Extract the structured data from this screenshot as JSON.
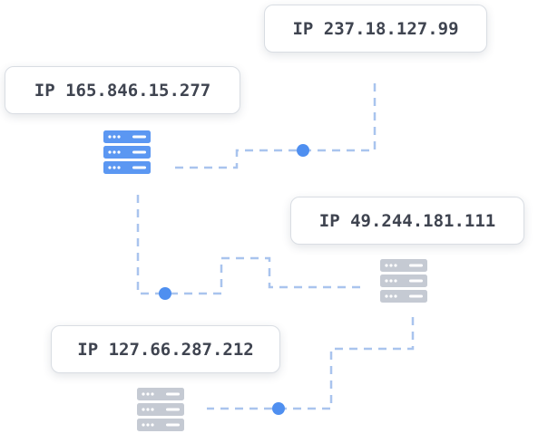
{
  "nodes": [
    {
      "id": "node-a",
      "label": "IP 165.846.15.277",
      "active": true
    },
    {
      "id": "node-b",
      "label": "IP 237.18.127.99",
      "active": false
    },
    {
      "id": "node-c",
      "label": "IP 49.244.181.111",
      "active": false
    },
    {
      "id": "node-d",
      "label": "IP 127.66.287.212",
      "active": false
    }
  ],
  "colors": {
    "link": "#a9c4ee",
    "dot": "#4f8ff0",
    "server_active": "#5b97f2",
    "server_inactive": "#c5cad3",
    "box_text": "#3f4450"
  },
  "icons": {
    "server": "server-rack-icon",
    "junction": "junction-dot-icon"
  }
}
